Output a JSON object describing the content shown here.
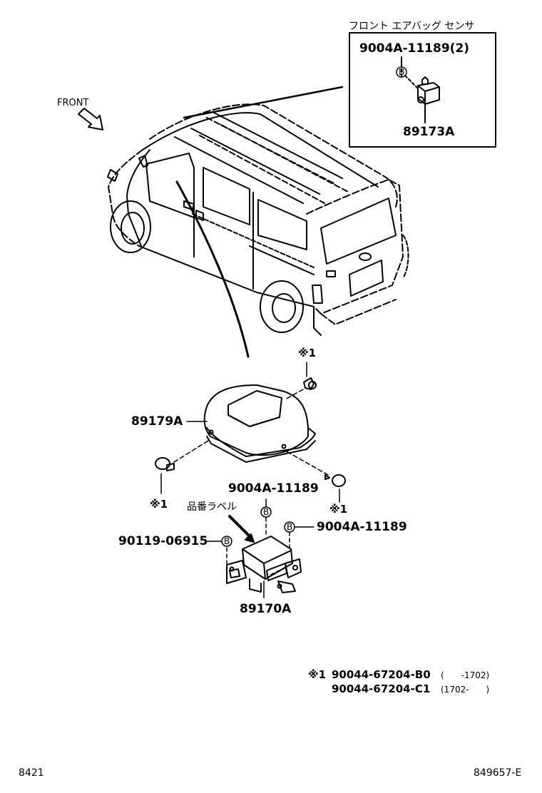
{
  "inset": {
    "title": "フロント エアバッグ センサ",
    "bolt_label": "9004A-11189(2)",
    "sensor_part": "89173A"
  },
  "front_label": "FRONT",
  "parts": {
    "cover": "89179A",
    "bolt_top": "9004A-11189",
    "bolt_right": "9004A-11189",
    "bolt_left": "90119-06915",
    "ecu": "89170A",
    "label_sticker": "品番ラベル",
    "clip_mark": "※1"
  },
  "bolt_code_letter": "B",
  "footnote": {
    "mark": "※1",
    "rows": [
      {
        "part": "90044-67204-B0",
        "range": "(　　-1702)"
      },
      {
        "part": "90044-67204-C1",
        "range": "(1702-　　)"
      }
    ]
  },
  "footer": {
    "left": "8421",
    "right": "849657-E"
  }
}
